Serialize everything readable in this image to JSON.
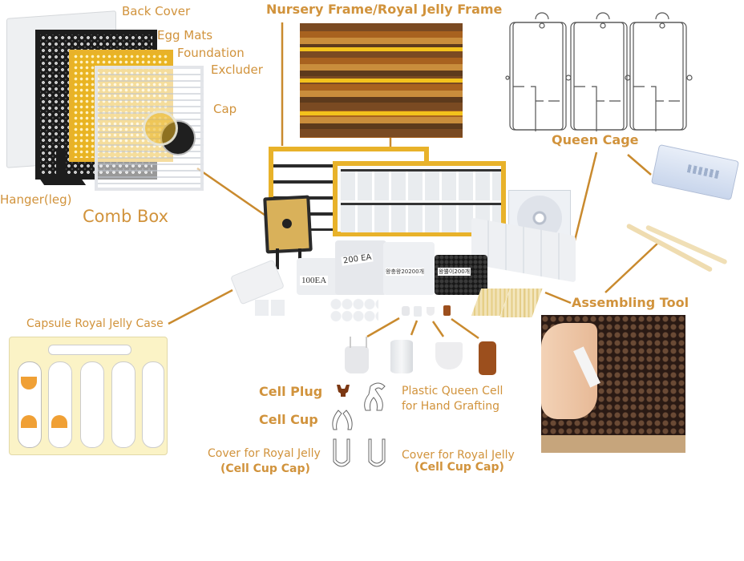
{
  "colors": {
    "label": "#d1933c",
    "leader_line": "#c98a2e",
    "frame_yellow": "#e8b22a",
    "case_bg": "#fbf3c6"
  },
  "comb_box": {
    "title": "Comb Box",
    "parts": [
      {
        "label": "Back Cover"
      },
      {
        "label": "Egg Mats"
      },
      {
        "label": "Foundation"
      },
      {
        "label": "Excluder"
      },
      {
        "label": "Cap"
      },
      {
        "label": "Hanger(leg)"
      }
    ]
  },
  "nursery_frame": {
    "title": "Nursery Frame/Royal Jelly Frame"
  },
  "queen_cage": {
    "title": "Queen Cage"
  },
  "assembling_tool": {
    "title": "Assembling Tool"
  },
  "capsule_case": {
    "title": "Capsule Royal Jelly Case"
  },
  "bags": [
    {
      "label": "100EA"
    },
    {
      "label": "200 EA"
    },
    {
      "label": "왕충왕20200개"
    },
    {
      "label": "왕뿔이200개"
    }
  ],
  "components": {
    "cell_plug": "Cell Plug",
    "cell_cup": "Cell Cup",
    "plastic_queen_cell_line1": "Plastic Queen Cell",
    "plastic_queen_cell_line2": "for Hand Grafting",
    "cover_left_line1": "Cover for Royal Jelly",
    "cover_left_line2": "(Cell Cup Cap)",
    "cover_right_line1": "Cover for Royal Jelly",
    "cover_right_line2": "(Cell Cup Cap)"
  }
}
